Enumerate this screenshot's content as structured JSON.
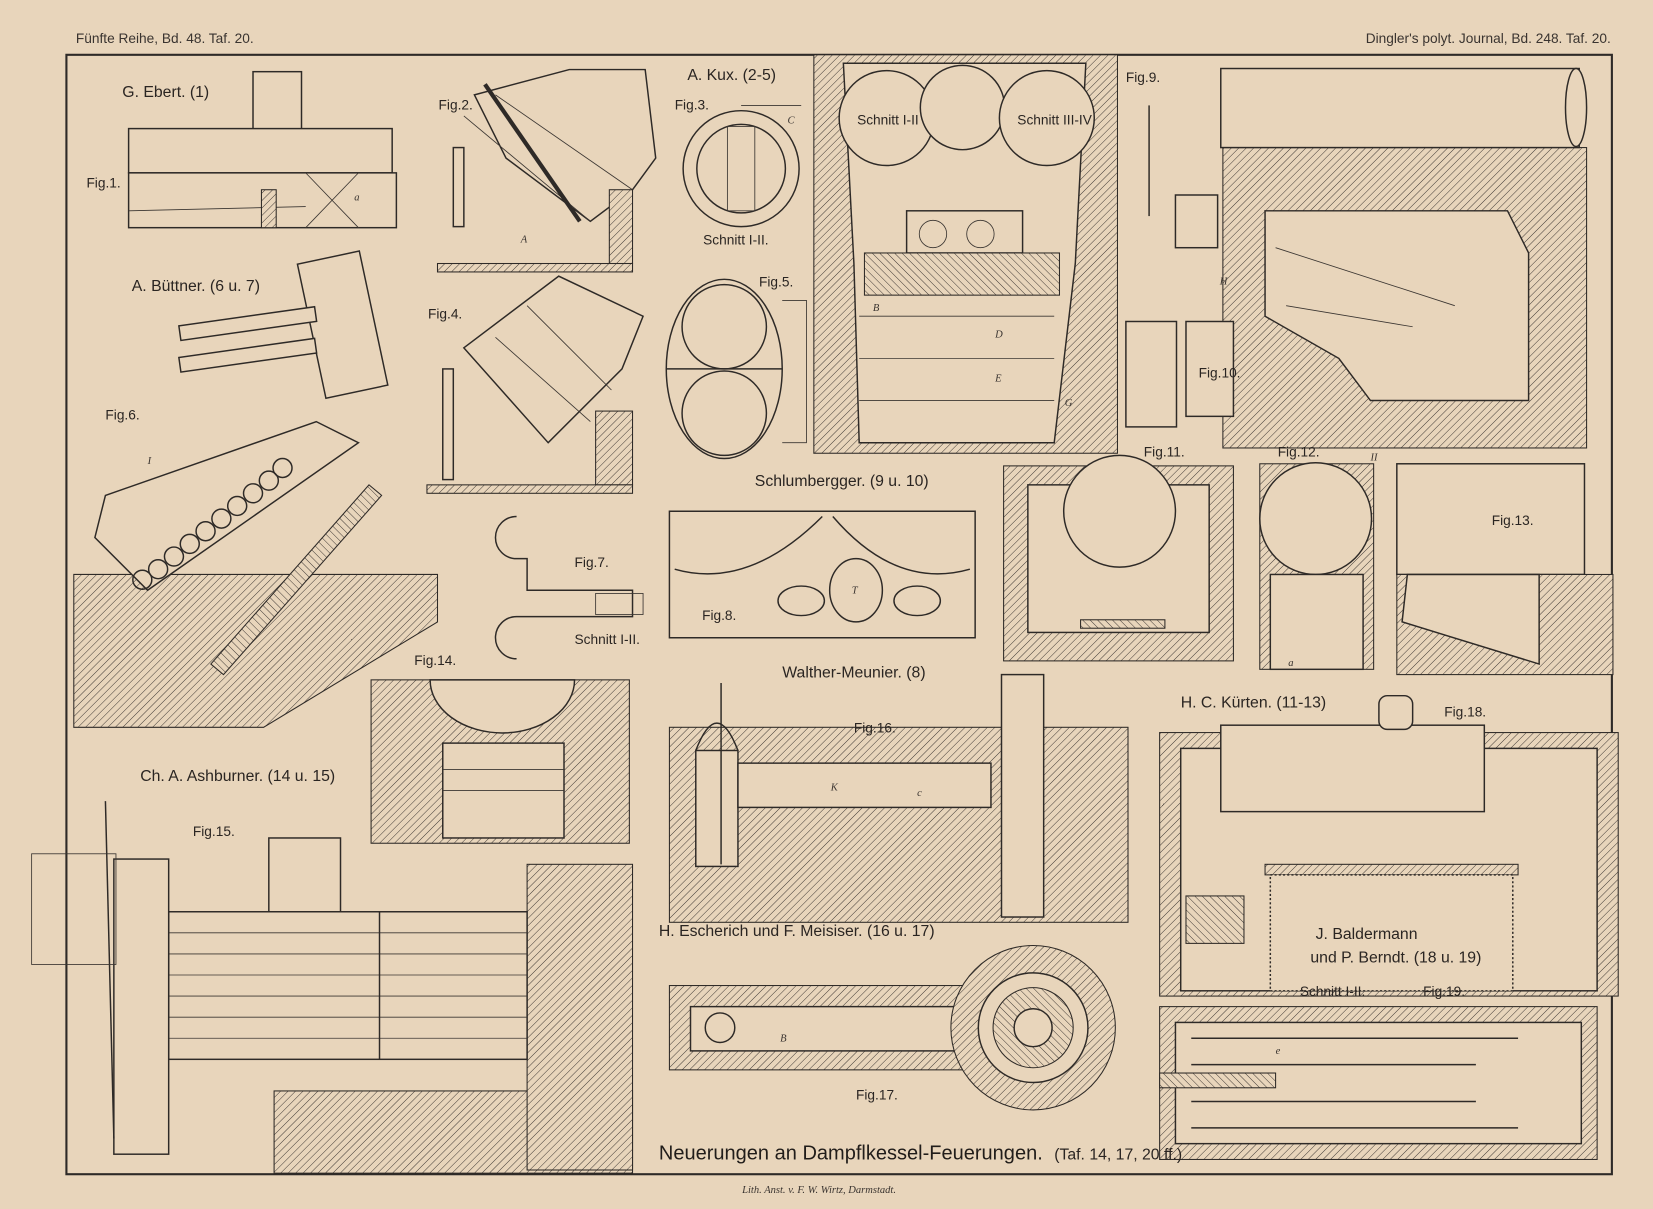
{
  "header": {
    "left": "Fünfte Reihe, Bd. 48. Taf. 20.",
    "right": "Dingler's polyt. Journal, Bd. 248. Taf. 20."
  },
  "inventors": {
    "ebert": "G. Ebert. (1)",
    "kux": "A. Kux. (2-5)",
    "buettner": "A. Büttner. (6 u. 7)",
    "schlumbergger": "Schlumbergger. (9 u. 10)",
    "walther": "Walther-Meunier. (8)",
    "kuerten": "H. C. Kürten. (11-13)",
    "ashburner": "Ch. A. Ashburner. (14 u. 15)",
    "escherich": "H. Escherich und F. Meisiser. (16 u. 17)",
    "baldermann_1": "J. Baldermann",
    "baldermann_2": "und P. Berndt. (18 u. 19)"
  },
  "figures": {
    "fig1": "Fig.1.",
    "fig2": "Fig.2.",
    "fig3": "Fig.3.",
    "fig4": "Fig.4.",
    "fig5": "Fig.5.",
    "fig6": "Fig.6.",
    "fig7": "Fig.7.",
    "fig8": "Fig.8.",
    "fig9": "Fig.9.",
    "fig10": "Fig.10.",
    "fig11": "Fig.11.",
    "fig12": "Fig.12.",
    "fig13": "Fig.13.",
    "fig14": "Fig.14.",
    "fig15": "Fig.15.",
    "fig16": "Fig.16.",
    "fig17": "Fig.17.",
    "fig18": "Fig.18.",
    "fig19": "Fig.19."
  },
  "sections": {
    "fig3_section": "Schnitt I-II.",
    "fig9_left": "Schnitt I-II",
    "fig9_right": "Schnitt III-IV",
    "fig7_section": "Schnitt I-II.",
    "fig19_section": "Schnitt I-II."
  },
  "caption": {
    "title": "Neuerungen an Dampflkessel-Feuerungen.",
    "refs": "(Taf. 14, 17, 20 ff.)",
    "imprint": "Lith. Anst. v. F. W. Wirtz, Darmstadt."
  },
  "letters": {
    "a": "a",
    "A": "A",
    "B": "B",
    "C": "C",
    "D": "D",
    "E": "E",
    "G": "G",
    "H": "H",
    "K": "K",
    "T": "T",
    "c": "c",
    "e": "e",
    "I": "I",
    "II": "II"
  },
  "colors": {
    "paper": "#e8d5bb",
    "ink": "#2e2a27"
  }
}
